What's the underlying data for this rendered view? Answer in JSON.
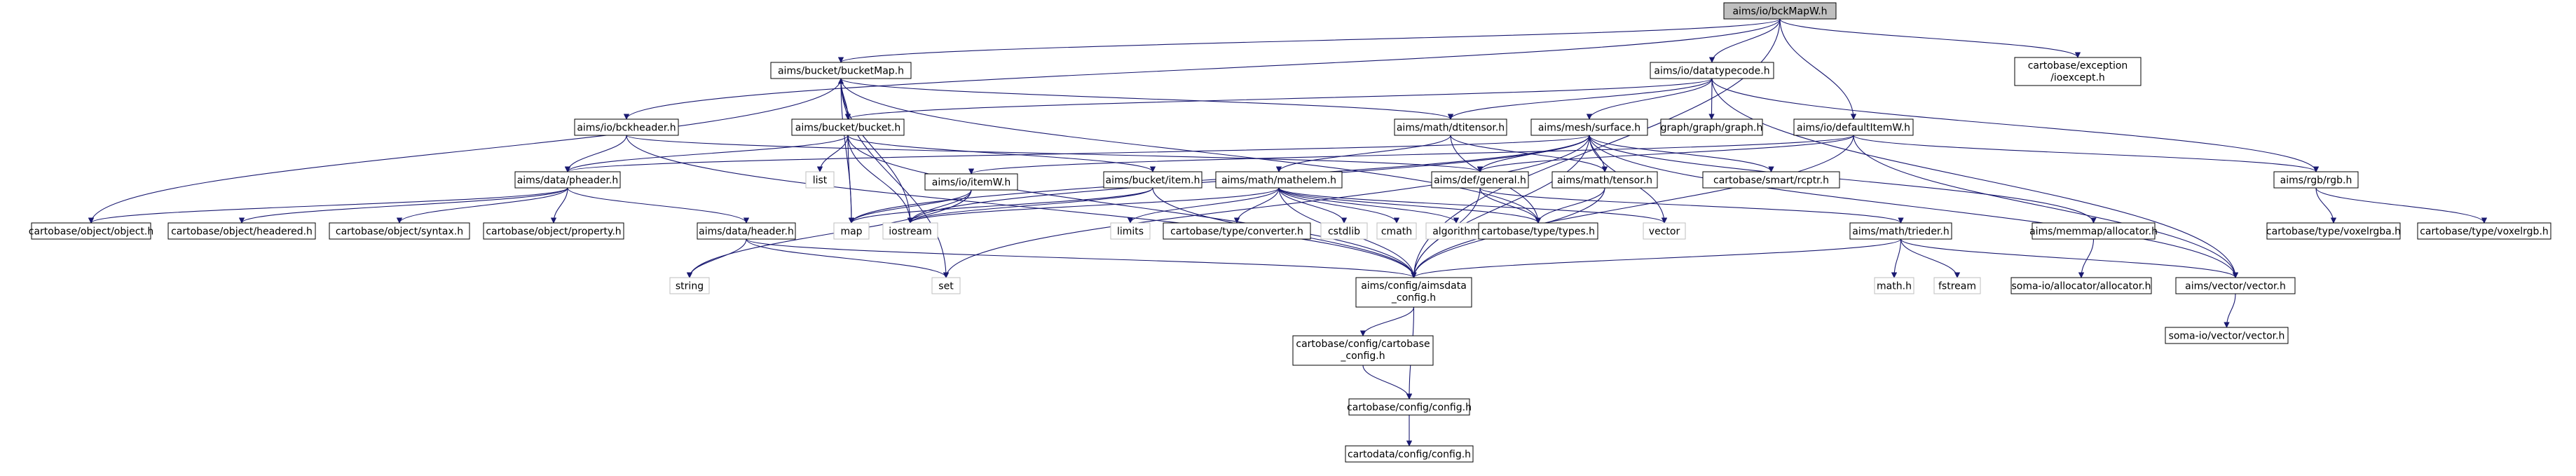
{
  "nodes": [
    {
      "id": "n0",
      "label": "aims/io/bckMapW.h",
      "type": "root"
    },
    {
      "id": "n1",
      "label": "cartobase/exception/ioexcept.h",
      "type": "std"
    },
    {
      "id": "n2",
      "label": "aims/bucket/bucketMap.h",
      "type": "std"
    },
    {
      "id": "n3",
      "label": "aims/io/datatypecode.h",
      "type": "std"
    },
    {
      "id": "n4",
      "label": "aims/io/bckheader.h",
      "type": "std"
    },
    {
      "id": "n5",
      "label": "aims/bucket/bucket.h",
      "type": "std"
    },
    {
      "id": "n6",
      "label": "aims/math/dtitensor.h",
      "type": "std"
    },
    {
      "id": "n7",
      "label": "graph/graph/graph.h",
      "type": "std"
    },
    {
      "id": "n8",
      "label": "aims/io/defaultItemW.h",
      "type": "std"
    },
    {
      "id": "n9",
      "label": "aims/mesh/surface.h",
      "type": "std"
    },
    {
      "id": "n10",
      "label": "aims/data/pheader.h",
      "type": "std"
    },
    {
      "id": "n11",
      "label": "list",
      "type": "system"
    },
    {
      "id": "n12",
      "label": "aims/bucket/item.h",
      "type": "std"
    },
    {
      "id": "n13",
      "label": "aims/io/itemW.h",
      "type": "std"
    },
    {
      "id": "n14",
      "label": "aims/math/mathelem.h",
      "type": "std"
    },
    {
      "id": "n15",
      "label": "aims/def/general.h",
      "type": "std"
    },
    {
      "id": "n16",
      "label": "aims/math/tensor.h",
      "type": "std"
    },
    {
      "id": "n17",
      "label": "cartobase/smart/rcptr.h",
      "type": "std"
    },
    {
      "id": "n18",
      "label": "aims/rgb/rgb.h",
      "type": "std"
    },
    {
      "id": "n19",
      "label": "cartobase/object/object.h",
      "type": "std"
    },
    {
      "id": "n20",
      "label": "cartobase/object/headered.h",
      "type": "std"
    },
    {
      "id": "n21",
      "label": "cartobase/object/syntax.h",
      "type": "std"
    },
    {
      "id": "n22",
      "label": "cartobase/object/property.h",
      "type": "std"
    },
    {
      "id": "n23",
      "label": "aims/data/header.h",
      "type": "std"
    },
    {
      "id": "n24",
      "label": "map",
      "type": "system"
    },
    {
      "id": "n25",
      "label": "iostream",
      "type": "system"
    },
    {
      "id": "n26",
      "label": "limits",
      "type": "system"
    },
    {
      "id": "n27",
      "label": "cartobase/type/converter.h",
      "type": "std"
    },
    {
      "id": "n28",
      "label": "cstdlib",
      "type": "system"
    },
    {
      "id": "n29",
      "label": "cmath",
      "type": "system"
    },
    {
      "id": "n30",
      "label": "algorithm",
      "type": "system"
    },
    {
      "id": "n31",
      "label": "cartobase/type/types.h",
      "type": "std"
    },
    {
      "id": "n32",
      "label": "vector",
      "type": "system"
    },
    {
      "id": "n33",
      "label": "aims/math/trieder.h",
      "type": "std"
    },
    {
      "id": "n34",
      "label": "aims/memmap/allocator.h",
      "type": "std"
    },
    {
      "id": "n35",
      "label": "cartobase/type/voxelrgba.h",
      "type": "std"
    },
    {
      "id": "n36",
      "label": "cartobase/type/voxelrgb.h",
      "type": "std"
    },
    {
      "id": "n37",
      "label": "string",
      "type": "system"
    },
    {
      "id": "n38",
      "label": "set",
      "type": "system"
    },
    {
      "id": "n39",
      "label": "aims/config/aimsdata_config.h",
      "type": "std"
    },
    {
      "id": "n40",
      "label": "math.h",
      "type": "system"
    },
    {
      "id": "n41",
      "label": "fstream",
      "type": "system"
    },
    {
      "id": "n42",
      "label": "soma-io/allocator/allocator.h",
      "type": "std"
    },
    {
      "id": "n43",
      "label": "aims/vector/vector.h",
      "type": "std"
    },
    {
      "id": "n44",
      "label": "cartobase/config/cartobase_config.h",
      "type": "std"
    },
    {
      "id": "n45",
      "label": "soma-io/vector/vector.h",
      "type": "std"
    },
    {
      "id": "n46",
      "label": "cartobase/config/config.h",
      "type": "std"
    },
    {
      "id": "n47",
      "label": "cartodata/config/config.h",
      "type": "std"
    }
  ],
  "edges": [
    [
      "n0",
      "n1"
    ],
    [
      "n0",
      "n2"
    ],
    [
      "n0",
      "n3"
    ],
    [
      "n0",
      "n4"
    ],
    [
      "n0",
      "n8"
    ],
    [
      "n0",
      "n39"
    ],
    [
      "n2",
      "n5"
    ],
    [
      "n2",
      "n6"
    ],
    [
      "n2",
      "n24"
    ],
    [
      "n2",
      "n25"
    ],
    [
      "n2",
      "n19"
    ],
    [
      "n2",
      "n38"
    ],
    [
      "n2",
      "n31"
    ],
    [
      "n5",
      "n2"
    ],
    [
      "n5",
      "n10"
    ],
    [
      "n5",
      "n11"
    ],
    [
      "n5",
      "n12"
    ],
    [
      "n5",
      "n24"
    ],
    [
      "n5",
      "n25"
    ],
    [
      "n5",
      "n39"
    ],
    [
      "n3",
      "n5"
    ],
    [
      "n3",
      "n6"
    ],
    [
      "n3",
      "n7"
    ],
    [
      "n3",
      "n9"
    ],
    [
      "n3",
      "n18"
    ],
    [
      "n3",
      "n43"
    ],
    [
      "n4",
      "n10"
    ],
    [
      "n4",
      "n15"
    ],
    [
      "n4",
      "n39"
    ],
    [
      "n6",
      "n14"
    ],
    [
      "n6",
      "n16"
    ],
    [
      "n6",
      "n31"
    ],
    [
      "n8",
      "n13"
    ],
    [
      "n8",
      "n15"
    ],
    [
      "n8",
      "n39"
    ],
    [
      "n8",
      "n18"
    ],
    [
      "n8",
      "n43"
    ],
    [
      "n9",
      "n10"
    ],
    [
      "n9",
      "n15"
    ],
    [
      "n9",
      "n16"
    ],
    [
      "n9",
      "n17"
    ],
    [
      "n9",
      "n24"
    ],
    [
      "n9",
      "n25"
    ],
    [
      "n9",
      "n32"
    ],
    [
      "n9",
      "n38"
    ],
    [
      "n9",
      "n34"
    ],
    [
      "n9",
      "n43"
    ],
    [
      "n9",
      "n39"
    ],
    [
      "n10",
      "n19"
    ],
    [
      "n10",
      "n20"
    ],
    [
      "n10",
      "n21"
    ],
    [
      "n10",
      "n22"
    ],
    [
      "n10",
      "n23"
    ],
    [
      "n23",
      "n37"
    ],
    [
      "n23",
      "n38"
    ],
    [
      "n23",
      "n39"
    ],
    [
      "n12",
      "n24"
    ],
    [
      "n12",
      "n25"
    ],
    [
      "n12",
      "n39"
    ],
    [
      "n13",
      "n25"
    ],
    [
      "n13",
      "n37"
    ],
    [
      "n13",
      "n24"
    ],
    [
      "n14",
      "n26"
    ],
    [
      "n14",
      "n27"
    ],
    [
      "n14",
      "n28"
    ],
    [
      "n14",
      "n29"
    ],
    [
      "n14",
      "n30"
    ],
    [
      "n14",
      "n31"
    ],
    [
      "n14",
      "n32"
    ],
    [
      "n14",
      "n39"
    ],
    [
      "n14",
      "n25"
    ],
    [
      "n15",
      "n31"
    ],
    [
      "n15",
      "n39"
    ],
    [
      "n15",
      "n33"
    ],
    [
      "n16",
      "n31"
    ],
    [
      "n16",
      "n39"
    ],
    [
      "n33",
      "n40"
    ],
    [
      "n33",
      "n41"
    ],
    [
      "n33",
      "n39"
    ],
    [
      "n33",
      "n43"
    ],
    [
      "n34",
      "n42"
    ],
    [
      "n18",
      "n35"
    ],
    [
      "n18",
      "n36"
    ],
    [
      "n39",
      "n44"
    ],
    [
      "n39",
      "n46"
    ],
    [
      "n44",
      "n46"
    ],
    [
      "n46",
      "n47"
    ],
    [
      "n43",
      "n45"
    ]
  ]
}
